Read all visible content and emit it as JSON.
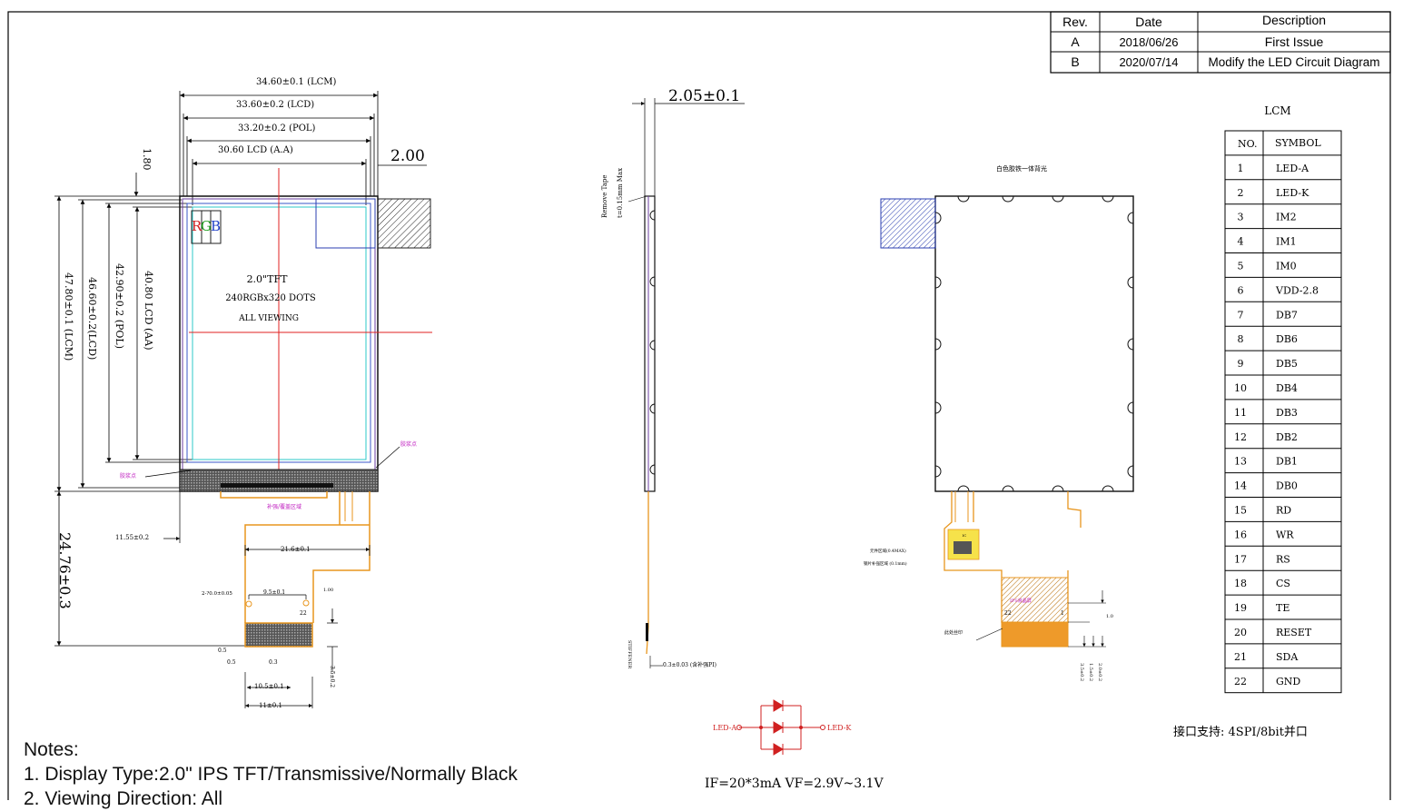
{
  "revision_table": {
    "headers": [
      "Rev.",
      "Date",
      "Description"
    ],
    "rows": [
      {
        "rev": "A",
        "date": "2018/06/26",
        "description": "First Issue"
      },
      {
        "rev": "B",
        "date": "2020/07/14",
        "description": "Modify the LED Circuit Diagram"
      }
    ]
  },
  "front_view": {
    "dim_lcm_width": "34.60±0.1 (LCM)",
    "dim_lcd_width": "33.60±0.2 (LCD)",
    "dim_pol_width": "33.20±0.2 (POL)",
    "dim_aa_width": "30.60 LCD (A.A)",
    "dim_top_offset": "1.80",
    "dim_tape": "2.00",
    "dim_lcm_height": "47.80±0.1 (LCM)",
    "dim_lcd_height": "46.60±0.2(LCD)",
    "dim_pol_height": "42.90±0.2 (POL)",
    "dim_aa_height": "40.80 LCD (AA)",
    "dim_fpc_length": "24.76±0.3",
    "dim_fpc_offset": "11.55±0.2",
    "dim_fpc_width": "21.6±0.1",
    "dim_holes": "2-?0.0±0.05",
    "dim_hole_pitch": "9.5±0.1",
    "dim_pitch_05a": "0.5",
    "dim_pitch_05b": "0.5",
    "dim_pitch_03": "0.3",
    "dim_pad_span": "10.5±0.1",
    "dim_pad_width": "11±0.1",
    "dim_thk": "1.00",
    "dim_finger": "3.5±0.2",
    "pin_22_label": "22",
    "rgb": [
      "R",
      "G",
      "B"
    ],
    "panel_label_1": "2.0\"TFT",
    "panel_label_2": "240RGBx320 DOTS",
    "panel_label_3": "ALL VIEWING",
    "glue_label_left": "胶浆点",
    "glue_label_right": "胶浆点",
    "fpc_note": "补强/覆盖区域"
  },
  "side_view": {
    "dim_thickness": "2.05±0.1",
    "remove_tape_1": "Remove Tape",
    "remove_tape_2": "t=0.15mm Max",
    "fpc_thickness": "0.3±0.03 (含补强PI)",
    "stiffener_label": "STIFFENER"
  },
  "back_view": {
    "backlight_label": "白色胶铁一体背光",
    "ic_label": "IC",
    "component_label_1": "元件区域(0.4MAX)",
    "component_label_2": "钢片补强区域 (0.1mm)",
    "stiffener_label": "此处丝印",
    "fpc_label": "IPS液晶屏",
    "dim_right_1": "1.0",
    "dim_right_2": "3.5±0.2",
    "dim_right_3": "1.5±0.2",
    "dim_right_4": "2.0±0.2",
    "pin_1": "1",
    "pin_22": "22"
  },
  "led_circuit": {
    "anode": "LED-A",
    "cathode": "LED-K",
    "spec": "IF=20*3mA   VF=2.9V~3.1V"
  },
  "pin_table": {
    "title": "LCM",
    "headers": [
      "NO.",
      "SYMBOL"
    ],
    "rows": [
      [
        "1",
        "LED-A"
      ],
      [
        "2",
        "LED-K"
      ],
      [
        "3",
        "IM2"
      ],
      [
        "4",
        "IM1"
      ],
      [
        "5",
        "IM0"
      ],
      [
        "6",
        "VDD-2.8"
      ],
      [
        "7",
        "DB7"
      ],
      [
        "8",
        "DB6"
      ],
      [
        "9",
        "DB5"
      ],
      [
        "10",
        "DB4"
      ],
      [
        "11",
        "DB3"
      ],
      [
        "12",
        "DB2"
      ],
      [
        "13",
        "DB1"
      ],
      [
        "14",
        "DB0"
      ],
      [
        "15",
        "RD"
      ],
      [
        "16",
        "WR"
      ],
      [
        "17",
        "RS"
      ],
      [
        "18",
        "CS"
      ],
      [
        "19",
        "TE"
      ],
      [
        "20",
        "RESET"
      ],
      [
        "21",
        "SDA"
      ],
      [
        "22",
        "GND"
      ]
    ]
  },
  "interface_note": "接口支持: 4SPI/8bit并口",
  "notes": {
    "title": "Notes:",
    "items": [
      "1. Display Type:2.0\" IPS TFT/Transmissive/Normally Black",
      "2. Viewing Direction: All"
    ]
  }
}
